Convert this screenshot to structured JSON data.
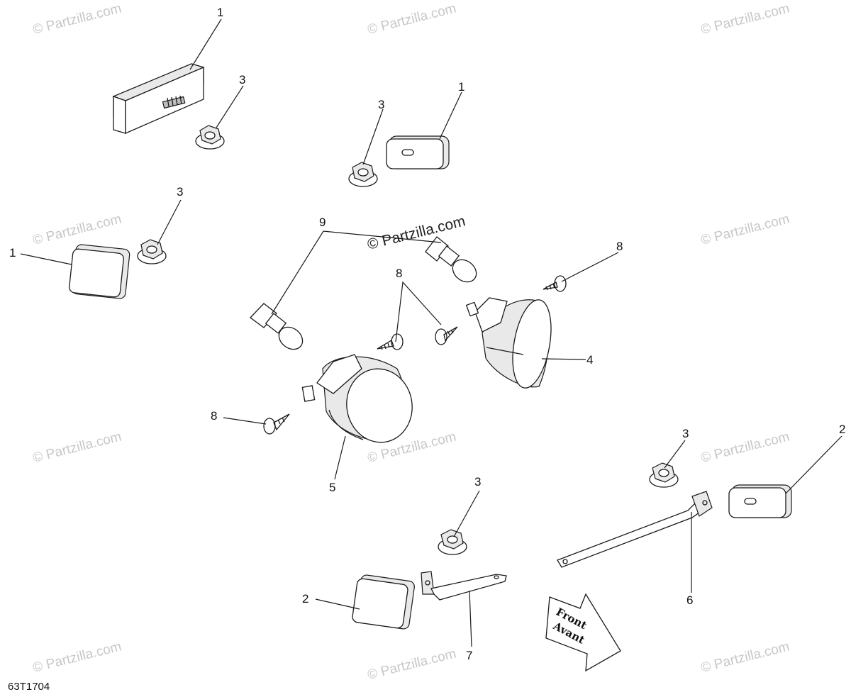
{
  "watermarks": {
    "light": "© Partzilla.com",
    "dark": "© Partzilla.com"
  },
  "direction_arrow": {
    "line1": "Front",
    "line2": "Avant"
  },
  "document_id": "63T1704",
  "callouts": {
    "c1a": "1",
    "c1b": "1",
    "c1c": "1",
    "c2a": "2",
    "c2b": "2",
    "c3a": "3",
    "c3b": "3",
    "c3c": "3",
    "c3d": "3",
    "c3e": "3",
    "c4": "4",
    "c5": "5",
    "c6": "6",
    "c7": "7",
    "c8a": "8",
    "c8b": "8",
    "c8c": "8",
    "c9": "9"
  }
}
